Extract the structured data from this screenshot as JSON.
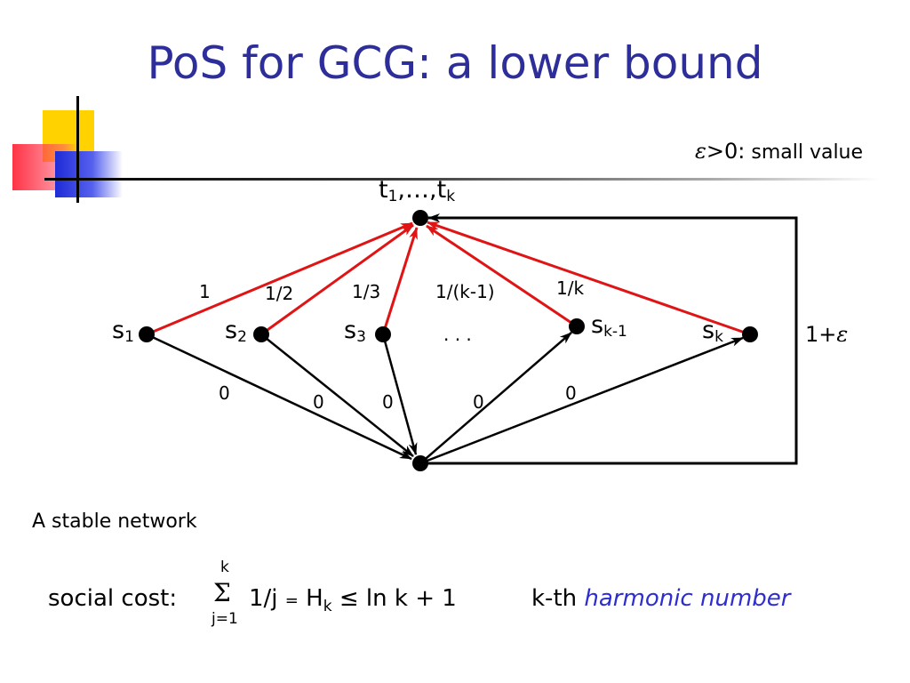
{
  "title": "PoS for GCG: a lower bound",
  "epsilon_note": {
    "symbol": "ε",
    "text": ">0:",
    "rest": " small value"
  },
  "nodes": {
    "target": {
      "main": "t",
      "sub1": "1",
      "mid": ",…,t",
      "sub2": "k"
    },
    "s1": {
      "main": "s",
      "sub": "1"
    },
    "s2": {
      "main": "s",
      "sub": "2"
    },
    "s3": {
      "main": "s",
      "sub": "3"
    },
    "sk1": {
      "main": "s",
      "sub": "k-1"
    },
    "sk": {
      "main": "s",
      "sub": "k"
    }
  },
  "ellipsis": ". . .",
  "red_edge_labels": [
    "1",
    "1/2",
    "1/3",
    "1/(k-1)",
    "1/k"
  ],
  "black_edge_labels": [
    "0",
    "0",
    "0",
    "0",
    "0"
  ],
  "loop_label": {
    "text": "1+",
    "symbol": "ε"
  },
  "colors": {
    "title": "#2e2e9a",
    "red_edge": "#e01414",
    "black_edge": "#000000",
    "harmonic": "#2e2ed0"
  },
  "caption": "A stable network",
  "social_cost": {
    "prefix": "social cost:",
    "sum_top": "k",
    "sum_symbol": "Σ",
    "sum_bottom": "j=1",
    "term": "1/j",
    "eq": "=",
    "h": "H",
    "h_sub": "k",
    "le": "≤",
    "rhs": "ln k + 1"
  },
  "harmonic": {
    "prefix": "k-th ",
    "emph": "harmonic number"
  }
}
